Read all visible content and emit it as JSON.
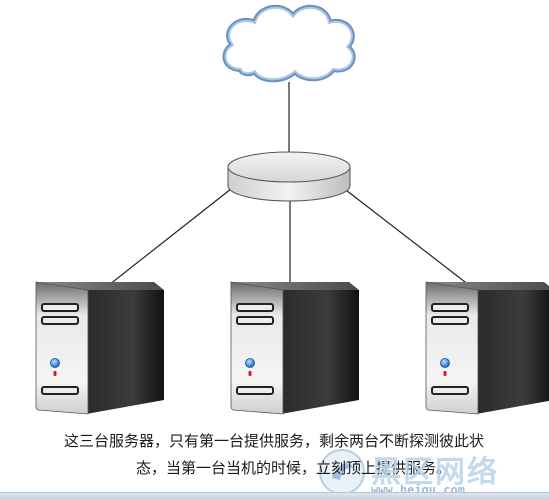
{
  "diagram": {
    "nodes": [
      {
        "id": "cloud",
        "name": "cloud-icon"
      },
      {
        "id": "router",
        "name": "router-disk-icon"
      },
      {
        "id": "server1",
        "name": "server-icon-1"
      },
      {
        "id": "server2",
        "name": "server-icon-2"
      },
      {
        "id": "server3",
        "name": "server-icon-3"
      }
    ],
    "edges": [
      [
        "cloud",
        "router"
      ],
      [
        "router",
        "server1"
      ],
      [
        "router",
        "server2"
      ],
      [
        "router",
        "server3"
      ]
    ]
  },
  "caption": {
    "line1": "这三台服务器，只有第一台提供服务，剩余两台不断探测彼此状",
    "line2": "态，当第一台当机的时候，立刻顶上提供服务。"
  },
  "watermark": {
    "brand": "黑区网络",
    "url": "www.heiqu.com"
  },
  "colors": {
    "line": "#222222",
    "cloud_stroke": "#5a86b8",
    "server_dark": "#1b1b1b",
    "server_light": "#f2f2f2",
    "led_blue": "#2a7fe0",
    "led_red": "#d02020"
  }
}
